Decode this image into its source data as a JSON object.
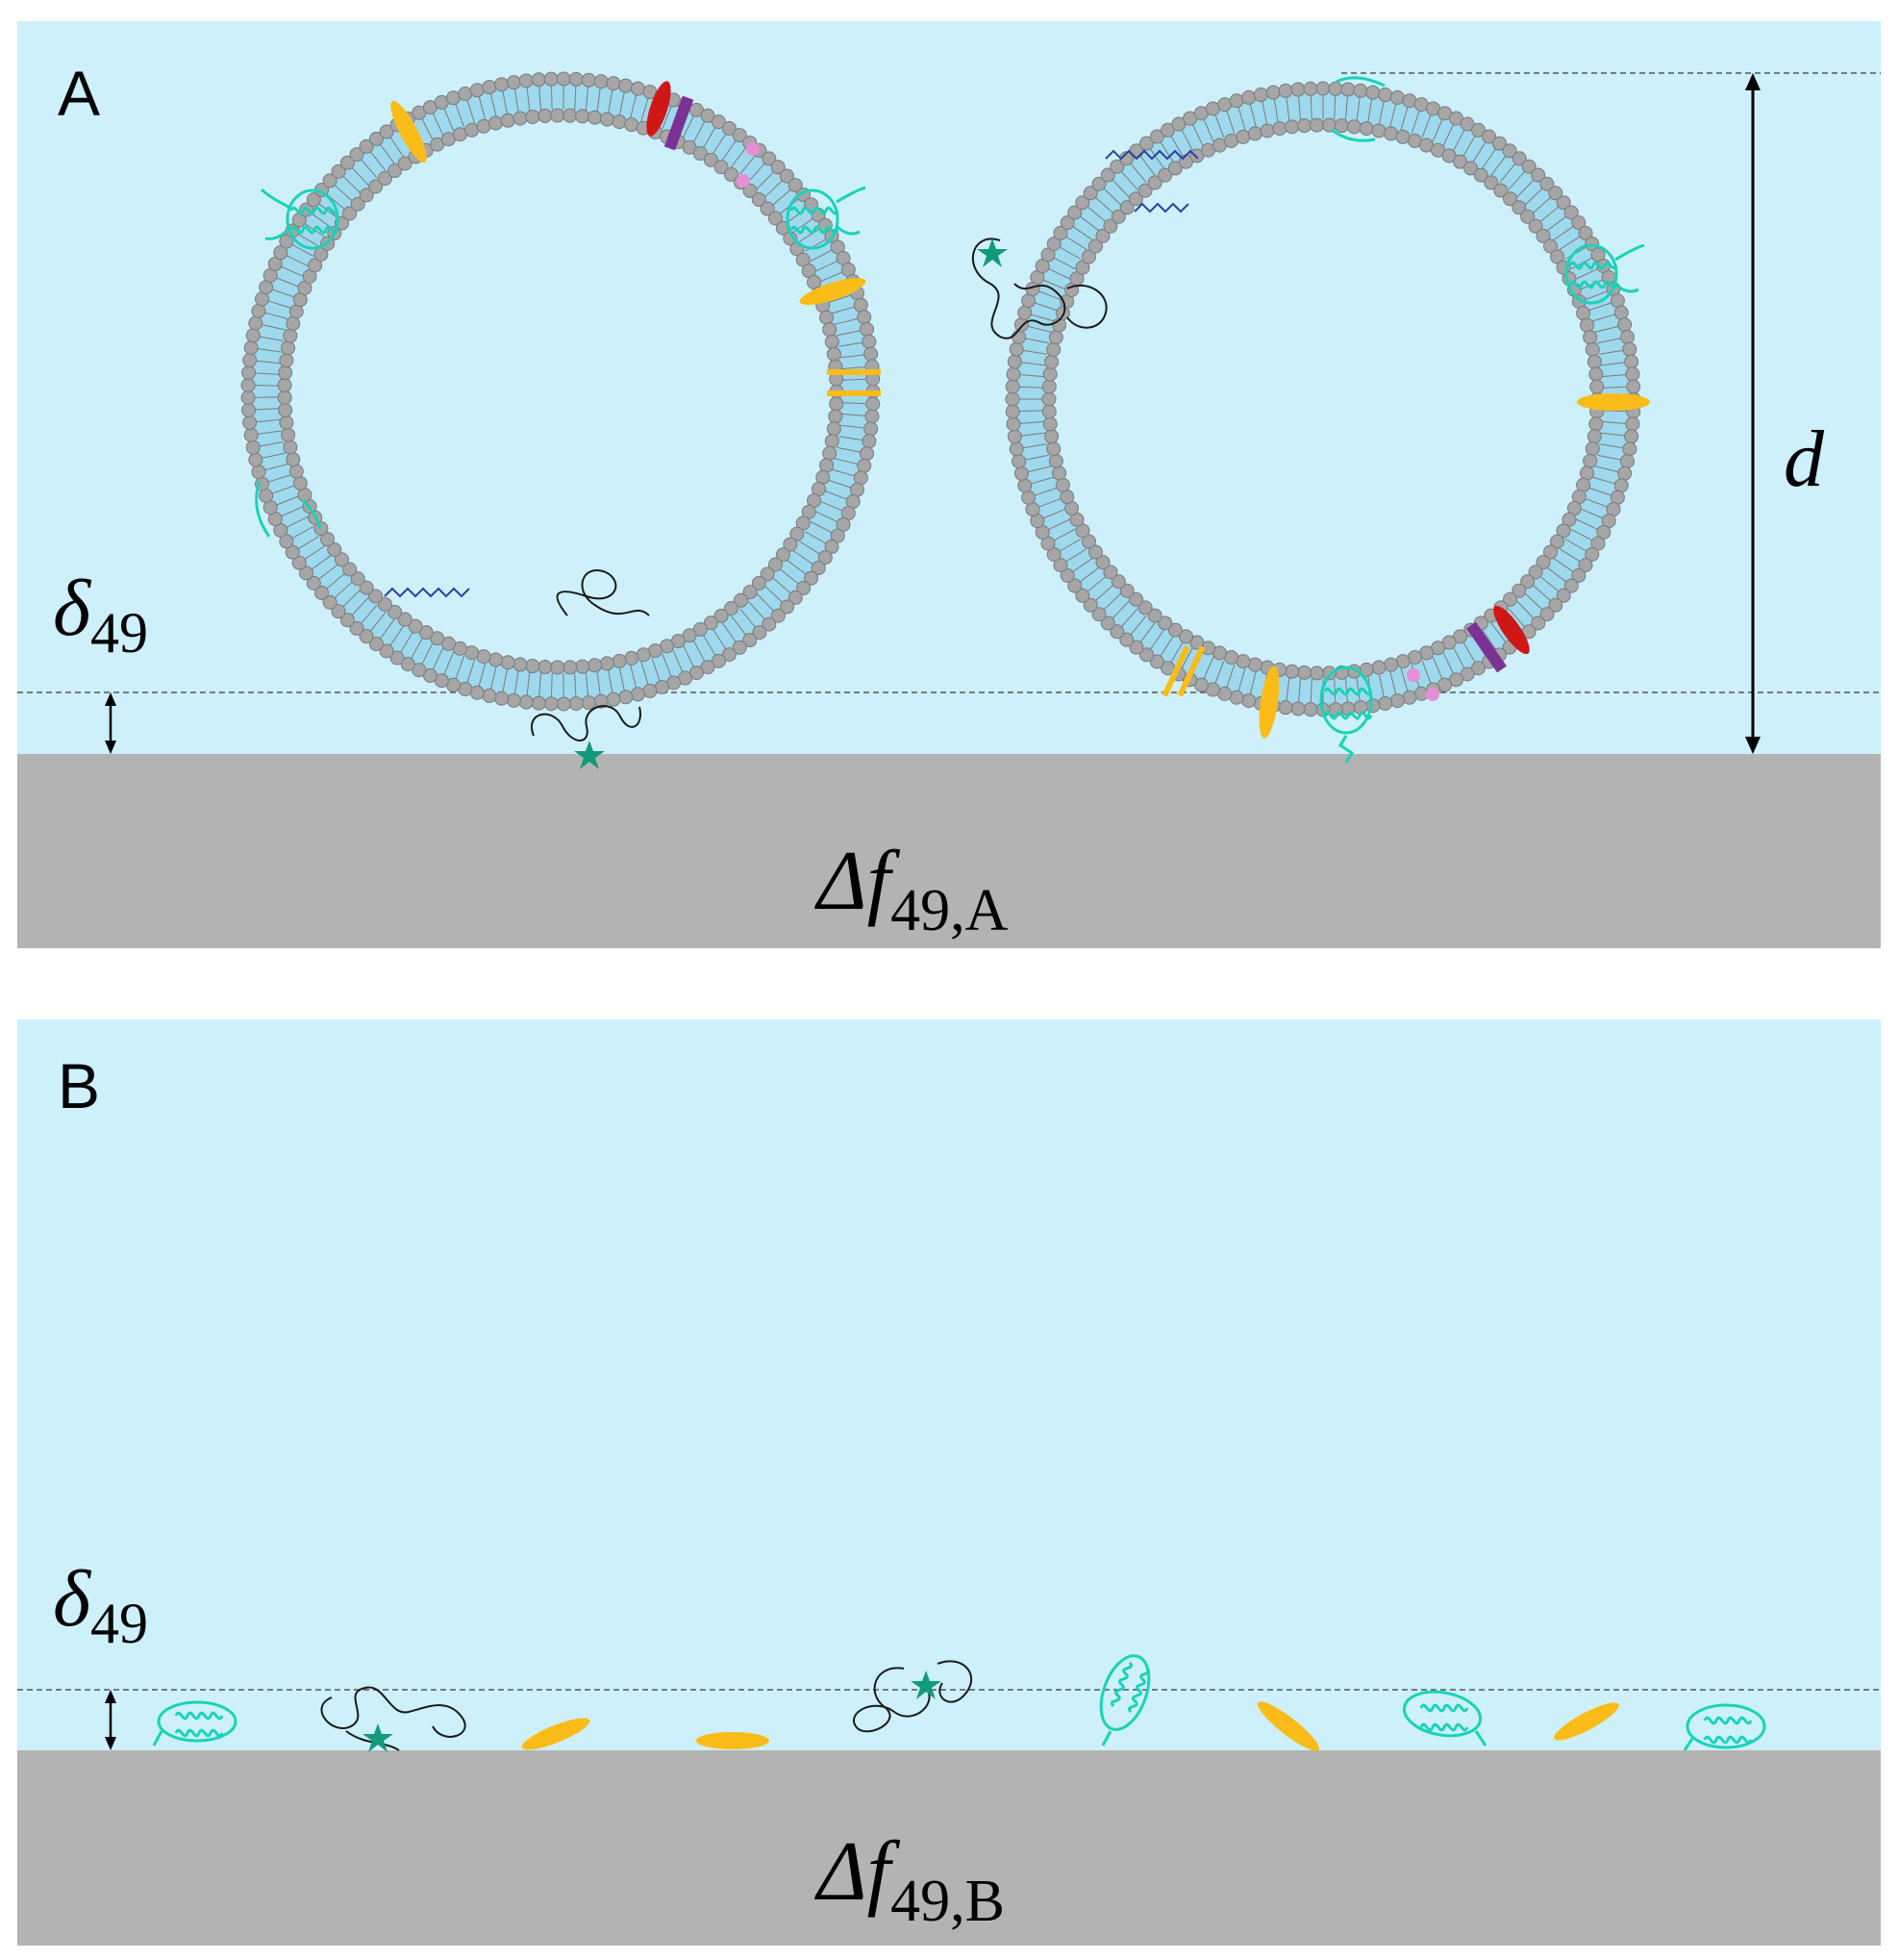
{
  "figure": {
    "colors": {
      "medium": "#cdf0fb",
      "substrate": "#b3b3b3",
      "lipid_head": "#a6a6a6",
      "lipid_head_stroke": "#7a7a7a",
      "lipid_tail": "#9fd9ee",
      "protein_cyan": "#19d3b8",
      "protein_yellow": "#fbbc1a",
      "protein_red": "#d11616",
      "protein_purple": "#7b3294",
      "marker_pink": "#e58fd8",
      "star": "#139a78",
      "chain": "#1a1a1a",
      "blue_chain": "#2d3f9e"
    },
    "panel_a": {
      "letter": "A",
      "delta_symbol": "δ",
      "delta_sub": "49",
      "d_label": "d",
      "freq_symbol": "Δf",
      "freq_sub": "49,A"
    },
    "panel_b": {
      "letter": "B",
      "delta_symbol": "δ",
      "delta_sub": "49",
      "freq_symbol": "Δf",
      "freq_sub": "49,B"
    }
  }
}
